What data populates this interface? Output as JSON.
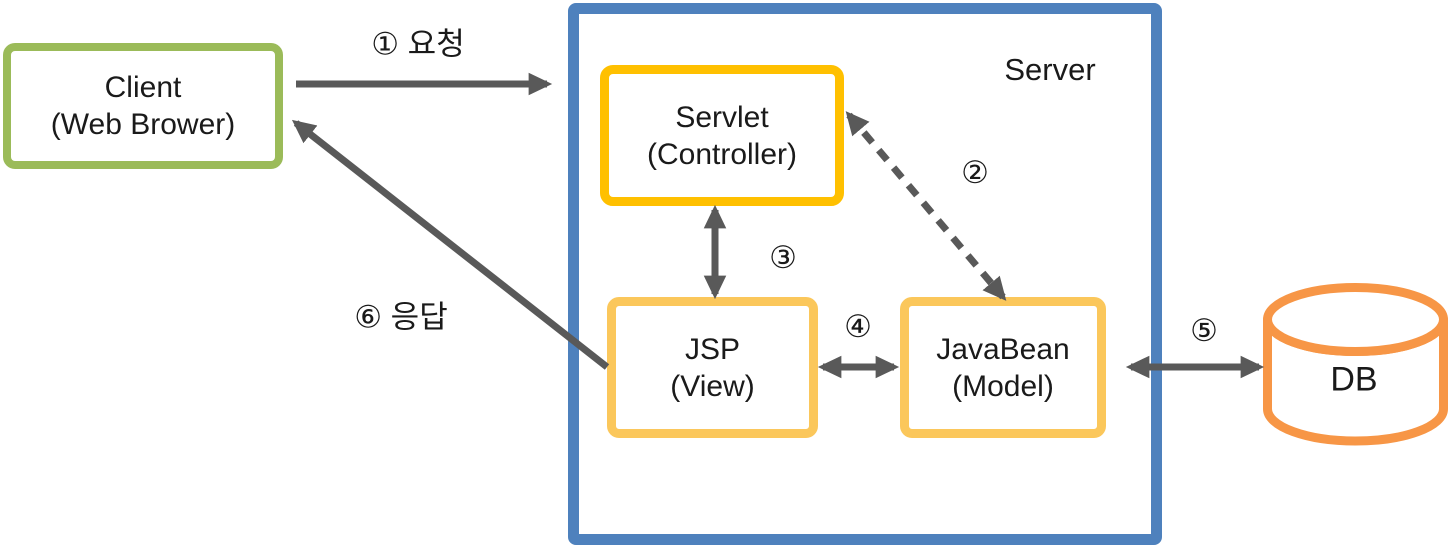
{
  "colors": {
    "server_border": "#4E81BD",
    "client_border": "#9BBB59",
    "servlet_border": "#FFC000",
    "view_model_border": "#FBC75B",
    "db_border": "#F79646",
    "arrow": "#595959",
    "text": "#1A1A1A",
    "background": "#FFFFFF"
  },
  "nodes": {
    "client": {
      "line1": "Client",
      "line2": "(Web Brower)"
    },
    "server": {
      "label": "Server"
    },
    "servlet": {
      "line1": "Servlet",
      "line2": "(Controller)"
    },
    "jsp": {
      "line1": "JSP",
      "line2": "(View)"
    },
    "javabean": {
      "line1": "JavaBean",
      "line2": "(Model)"
    },
    "db": {
      "label": "DB"
    }
  },
  "labels": {
    "step1": "① 요청",
    "step2": "②",
    "step3": "③",
    "step4": "④",
    "step5": "⑤",
    "step6": "⑥ 응답"
  }
}
